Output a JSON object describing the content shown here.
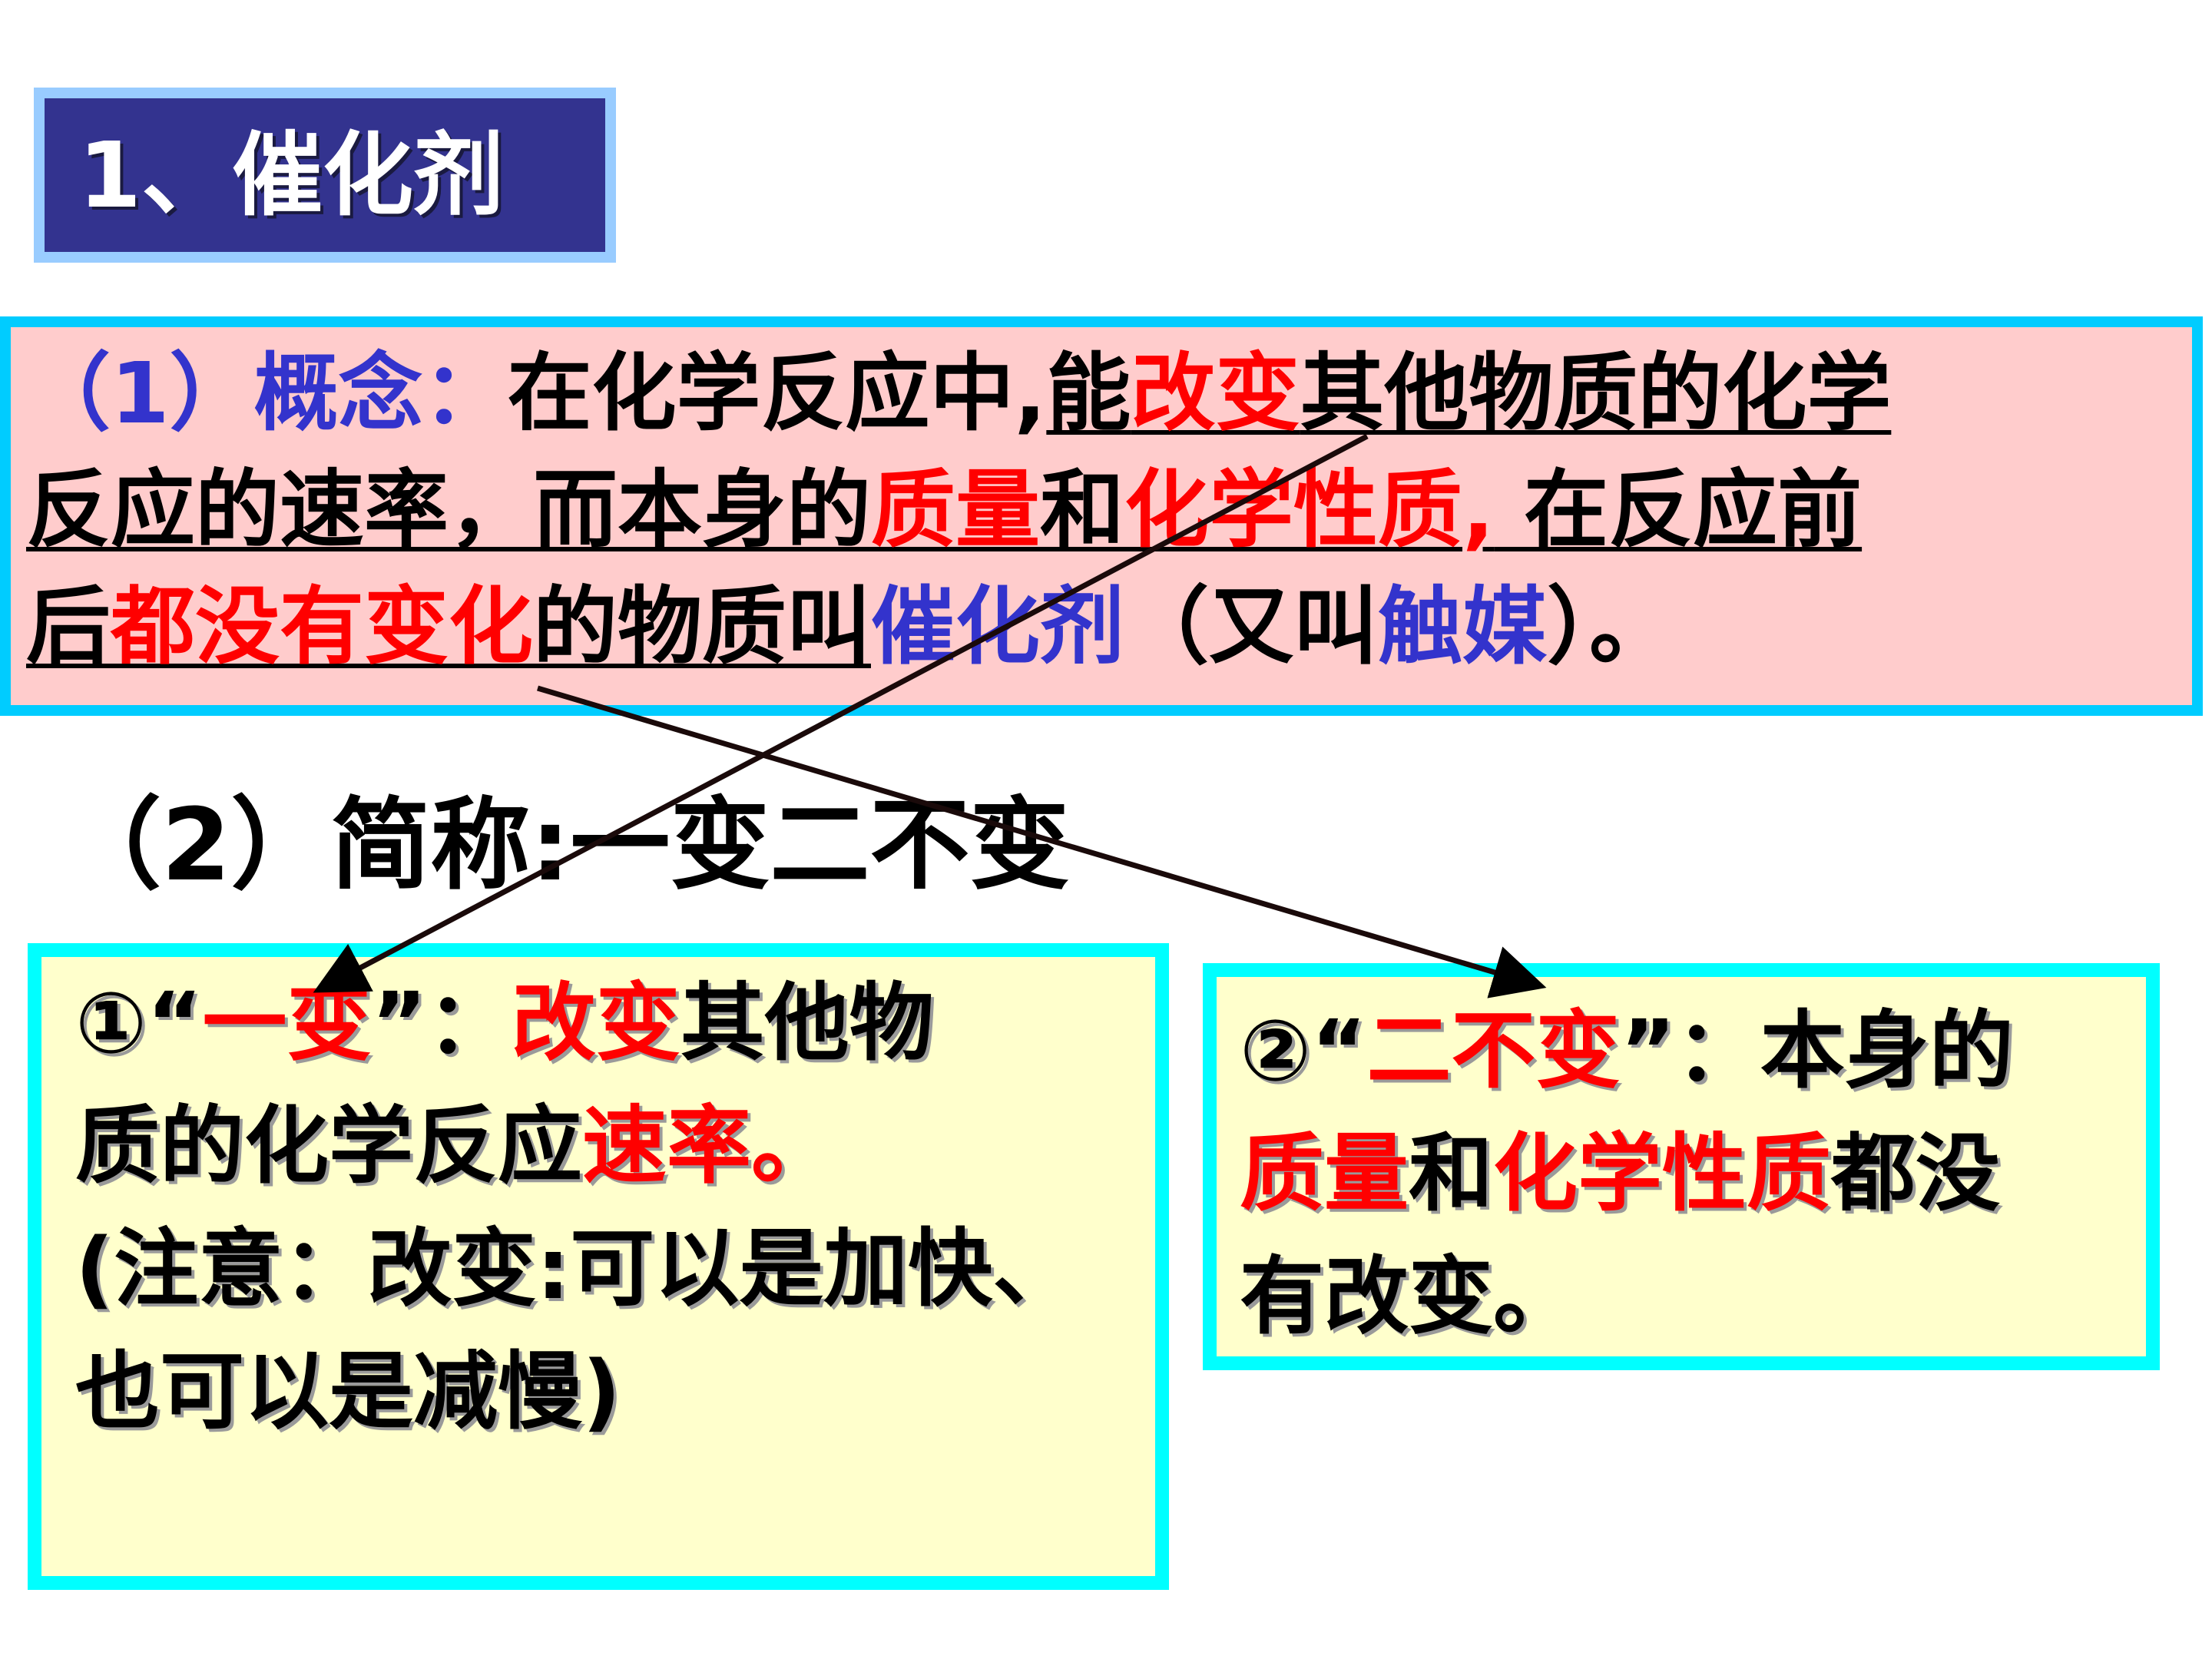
{
  "section_title": "1、催化剂",
  "concept": {
    "label": "（1）概念：",
    "line1_a": "在化学反应中,",
    "line1_b": "能",
    "line1_c": "改变",
    "line1_d": "其他物质的化学",
    "line2_a": "反应的速率，",
    "line2_b": "而本身的",
    "line2_c": "质量",
    "line2_d": "和",
    "line2_e": "化学性质,",
    "line2_f": " 在反应前",
    "line3_a": "后",
    "line3_b": "都没有变化",
    "line3_c": "的物质叫",
    "line3_d": "催化剂",
    "line3_e": "（又叫",
    "line3_f": "触媒",
    "line3_g": "）。"
  },
  "short_name": "（2）简称:一变二不变",
  "box_one": {
    "prefix": "①“",
    "key": "一变",
    "suffix": "”：",
    "change": "改变",
    "rest1": "其他物",
    "line2_a": "质的化学反应",
    "line2_b": "速率。",
    "line3": "(注意：改变:可以是加快、",
    "line4": "也可以是减慢)"
  },
  "box_two": {
    "prefix": "②“",
    "key": "二不变",
    "suffix": "”：本身的",
    "line2_a": "质量",
    "line2_b": "和",
    "line2_c": "化学性质",
    "line2_d": "都没",
    "line3": "有改变。"
  },
  "colors": {
    "title_bg": "#33338f",
    "title_border": "#99ccff",
    "concept_bg": "#ffcccc",
    "box_border": "#00ffff",
    "box_bg": "#ffffcc",
    "highlight_red": "#ff0000",
    "highlight_blue": "#3333cc"
  }
}
